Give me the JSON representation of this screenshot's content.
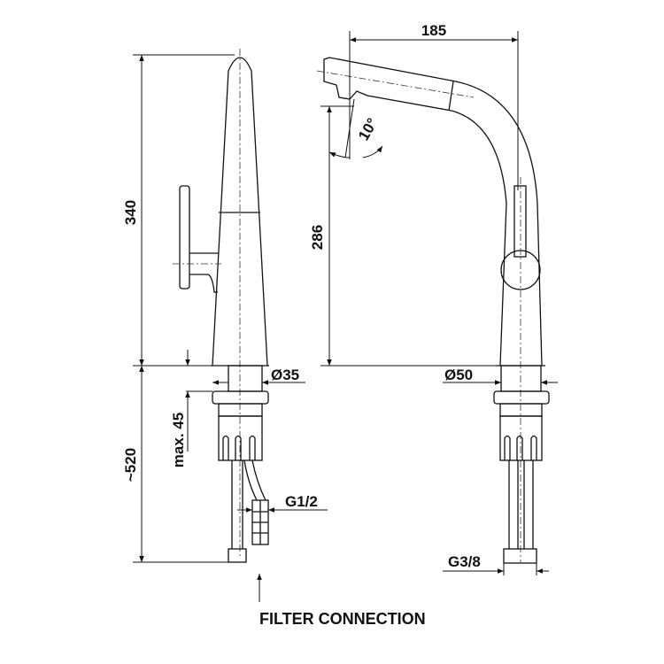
{
  "title": "Kitchen faucet dimension drawing",
  "dimensions": {
    "spout_reach": "185",
    "total_height": "340",
    "spout_height": "286",
    "spout_angle": "10°",
    "base_diameter_side": "Ø35",
    "base_diameter_front": "Ø50",
    "max_mount_thickness": "max. 45",
    "hose_length": "~520",
    "filter_thread": "G1/2",
    "supply_thread": "G3/8"
  },
  "callouts": {
    "filter_connection": "FILTER CONNECTION"
  }
}
